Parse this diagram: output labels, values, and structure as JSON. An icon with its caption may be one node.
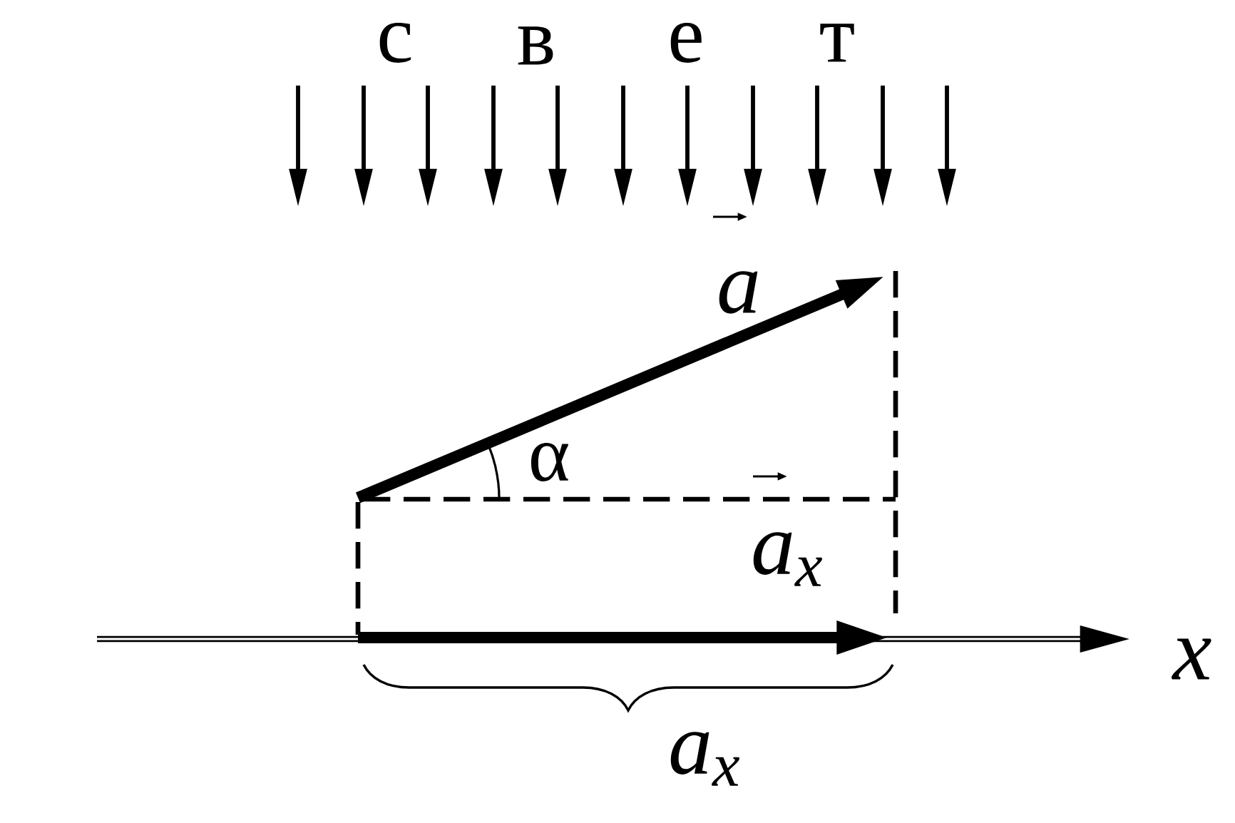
{
  "diagram": {
    "labels": [
      "с",
      "в",
      "е",
      "т",
      "a",
      "α",
      "a$_{x}$",
      "x",
      "a$_{x}$"
    ]
  }
}
